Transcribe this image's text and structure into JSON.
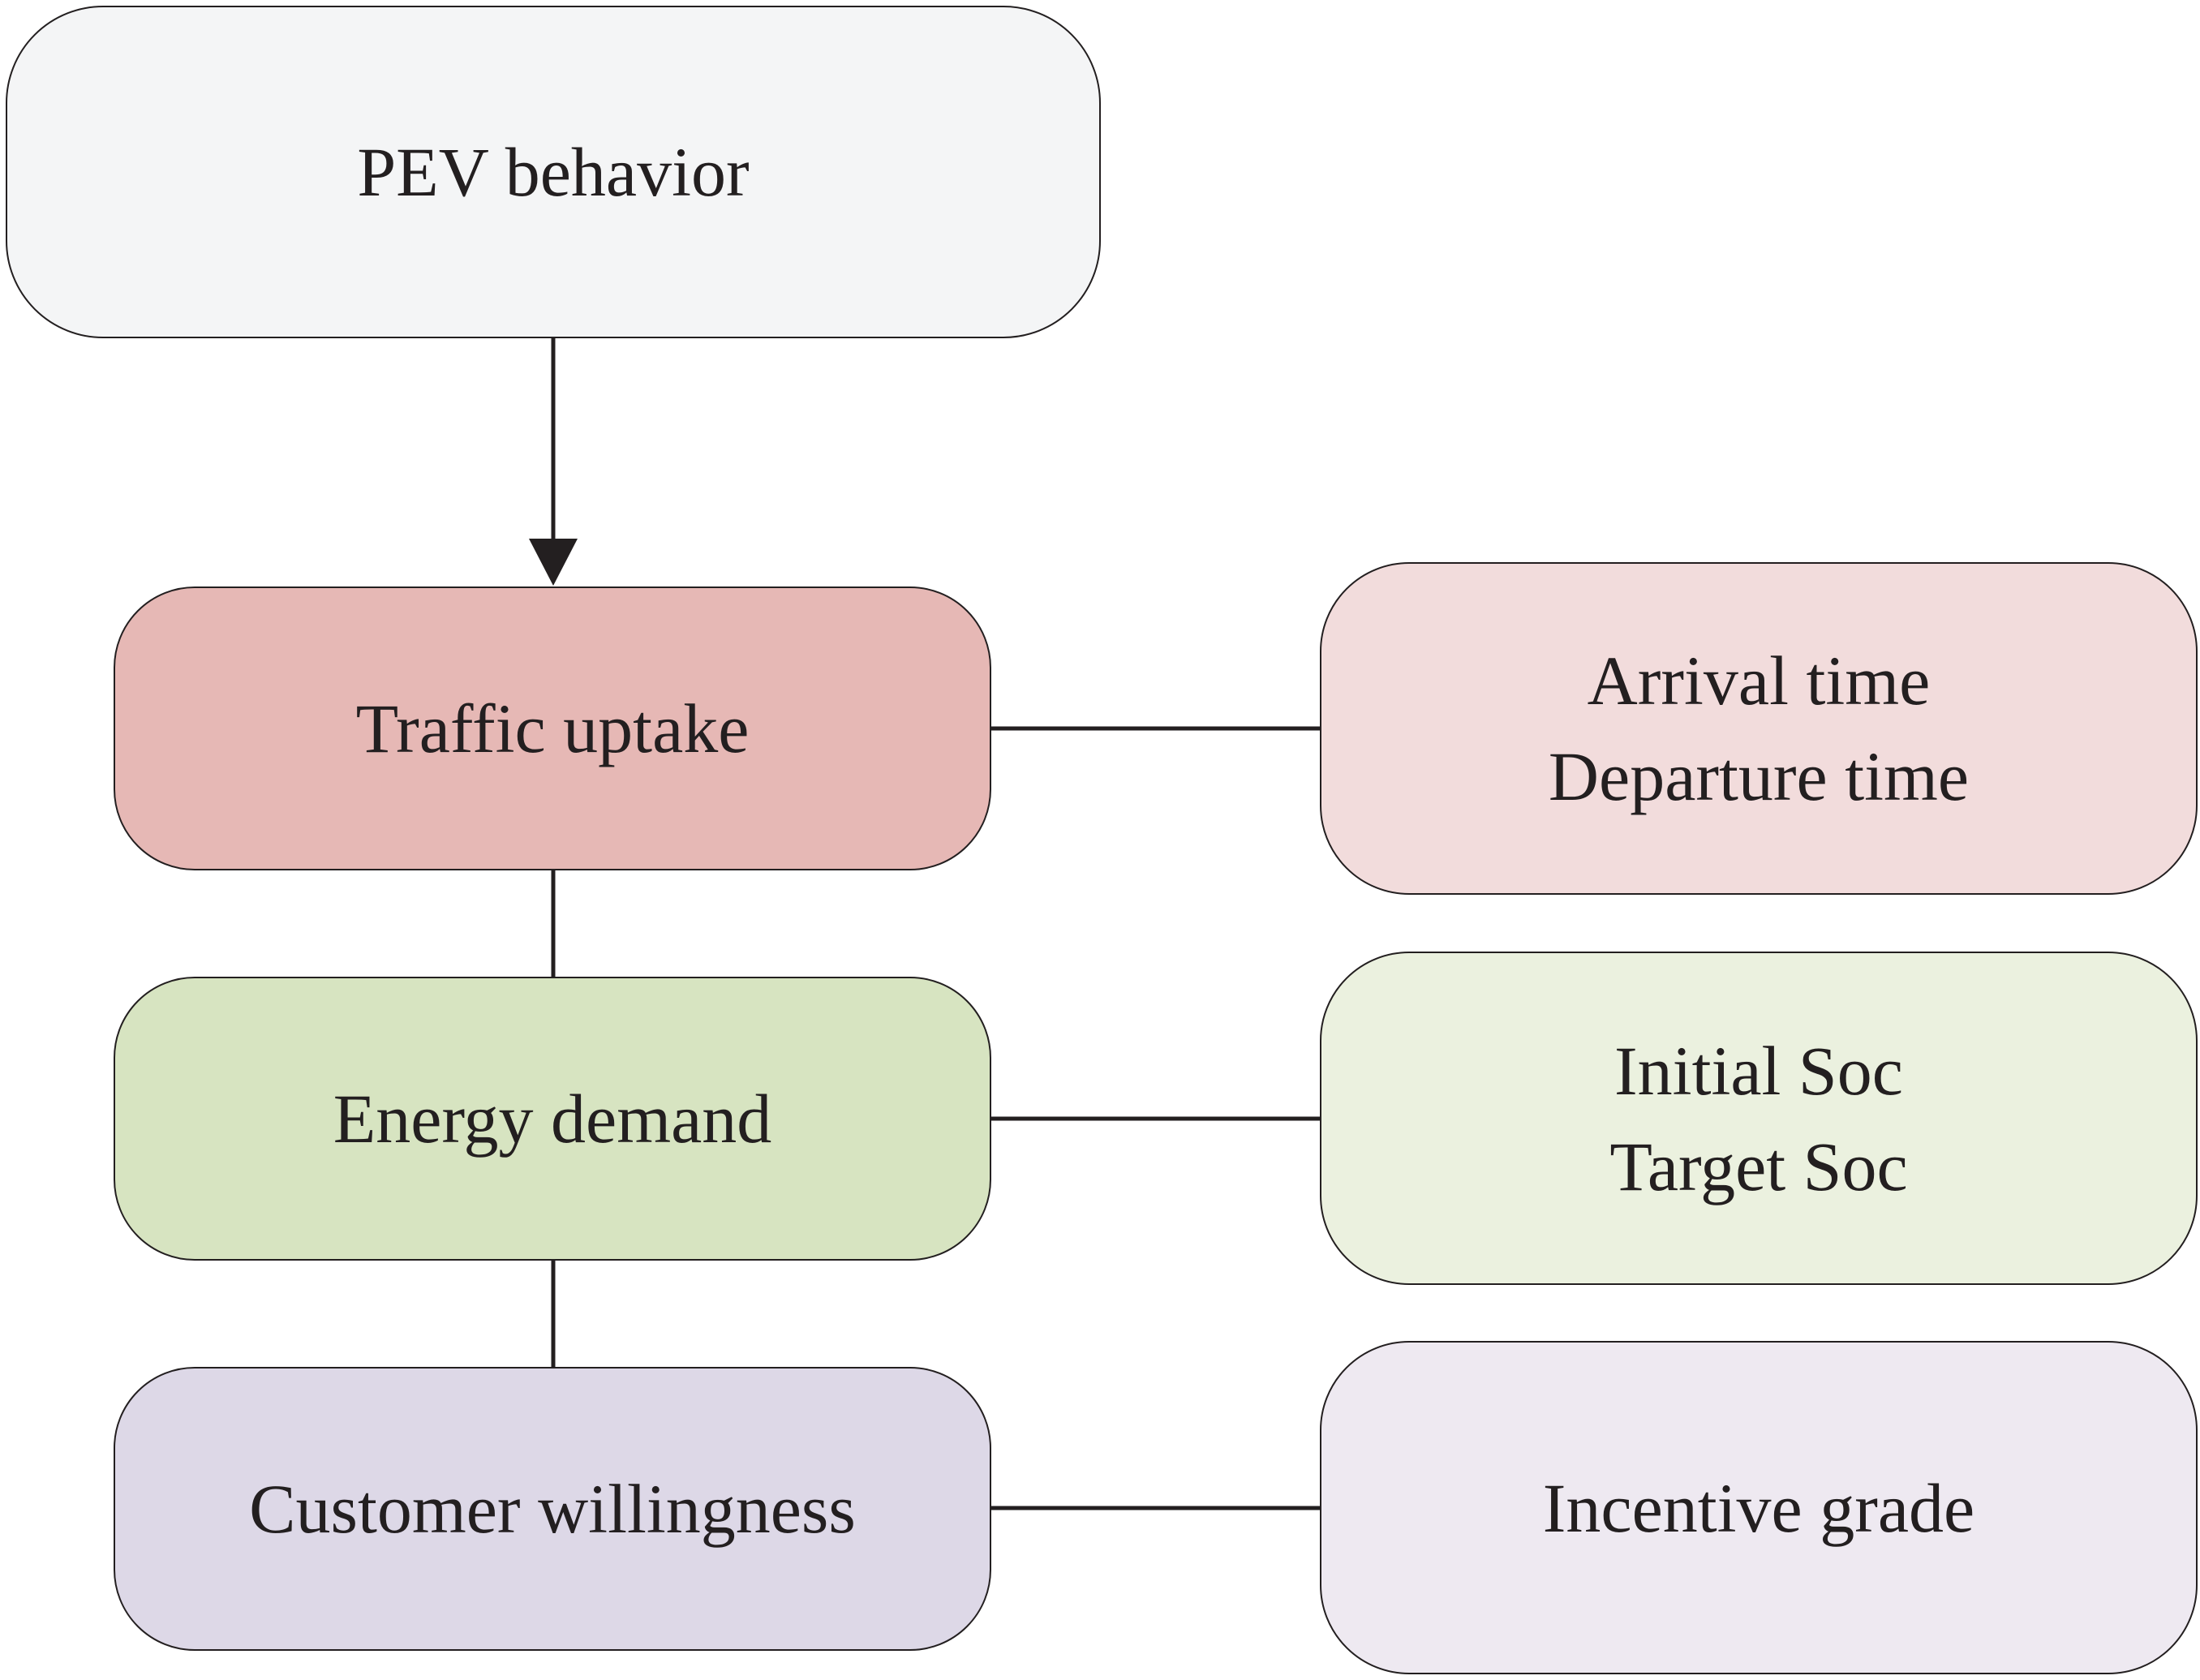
{
  "colors": {
    "stroke": "#231f20",
    "pev_fill": "#f4f5f6",
    "traffic_fill": "#e6b8b5",
    "energy_fill": "#d7e4c1",
    "customer_fill": "#ddd8e7",
    "arrival_fill": "#f2dcdc",
    "soc_fill": "#ebf1df",
    "incentive_fill": "#eee9f1"
  },
  "nodes": {
    "pev": {
      "label": "PEV behavior"
    },
    "traffic": {
      "label": "Traffic uptake"
    },
    "energy": {
      "label": "Energy demand"
    },
    "customer": {
      "label": "Customer willingness"
    },
    "arrival": {
      "lines": [
        "Arrival time",
        "Departure time"
      ]
    },
    "soc": {
      "lines": [
        "Initial Soc",
        "Target Soc"
      ]
    },
    "incentive": {
      "label": "Incentive grade"
    }
  },
  "edges": [
    {
      "from": "pev",
      "to": "traffic",
      "arrow": true
    },
    {
      "from": "traffic",
      "to": "energy",
      "arrow": false
    },
    {
      "from": "energy",
      "to": "customer",
      "arrow": false
    },
    {
      "from": "traffic",
      "to": "arrival",
      "arrow": false
    },
    {
      "from": "energy",
      "to": "soc",
      "arrow": false
    },
    {
      "from": "customer",
      "to": "incentive",
      "arrow": false
    }
  ]
}
